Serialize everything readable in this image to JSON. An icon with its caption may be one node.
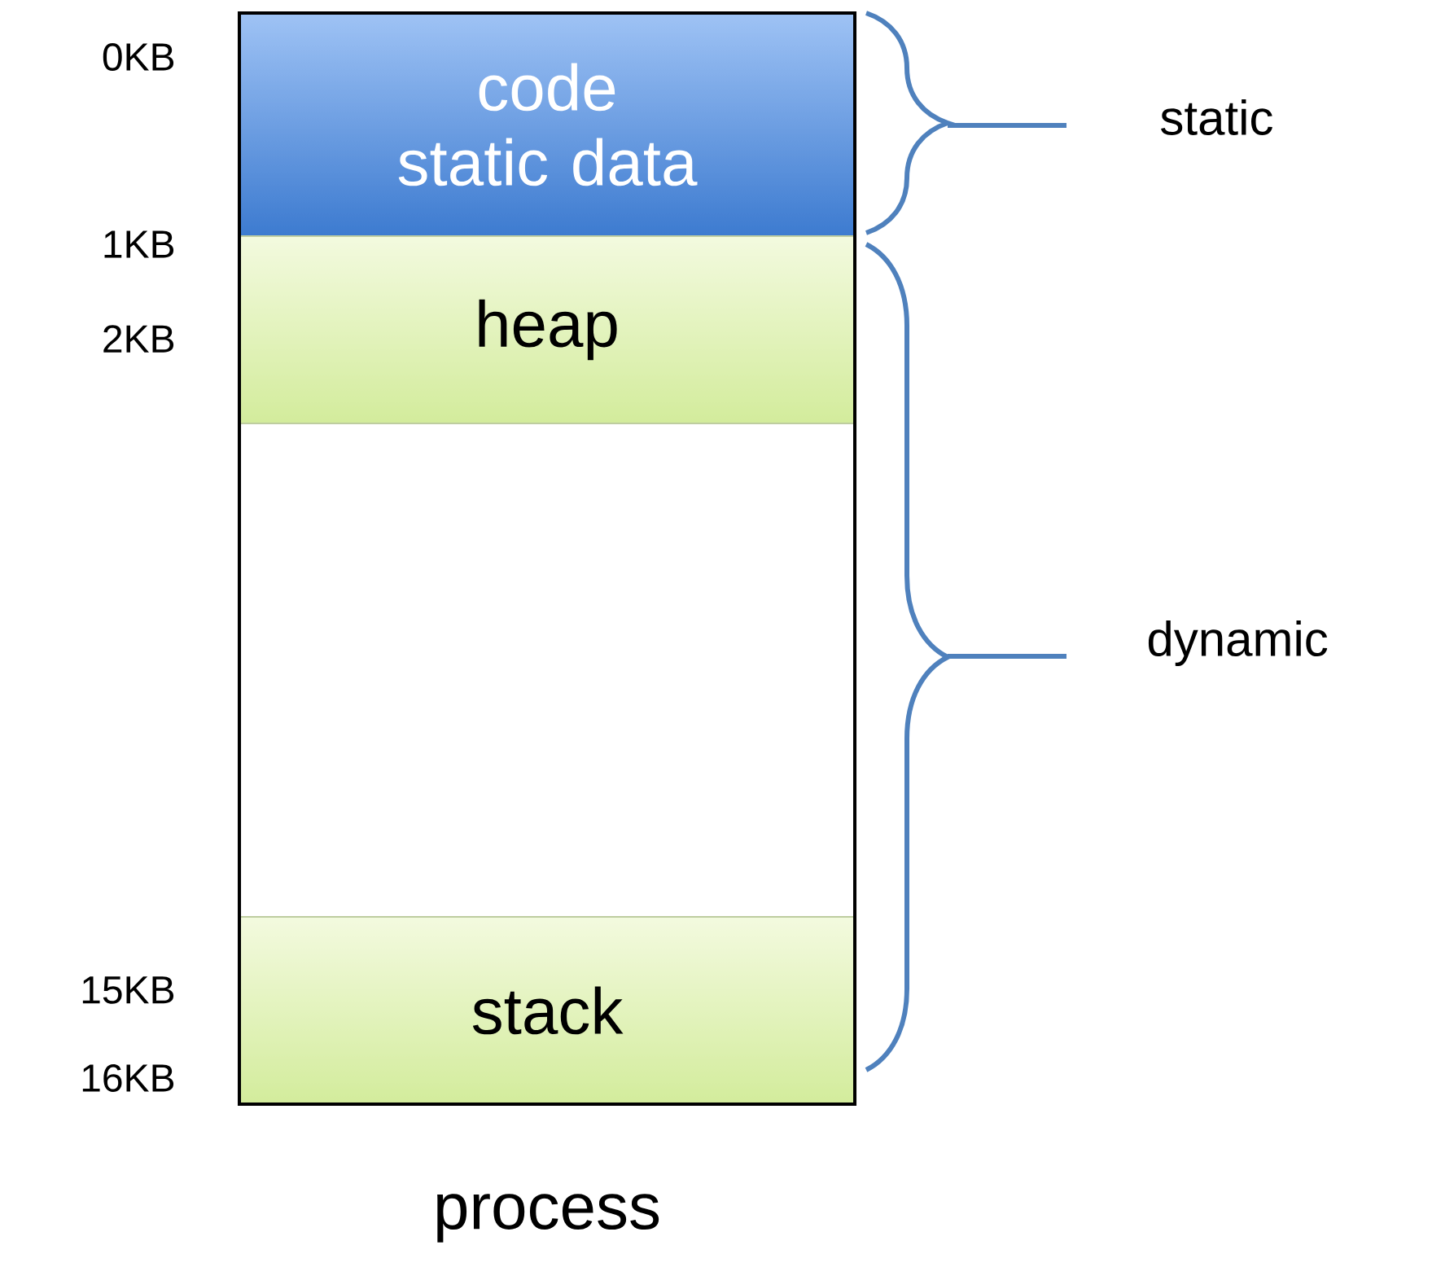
{
  "diagram": {
    "nodes": [
      {
        "text": [
          "process"
        ]
      },
      {
        "text": [
          "code static data"
        ],
        "in": 0
      },
      {
        "text": [
          "heap"
        ],
        "in": 0
      },
      {
        "text": [
          "stack"
        ],
        "in": 0
      }
    ],
    "labels": [
      "0KB",
      "static",
      "1KB",
      "2KB",
      "dynamic",
      "15KB",
      "16KB"
    ]
  }
}
